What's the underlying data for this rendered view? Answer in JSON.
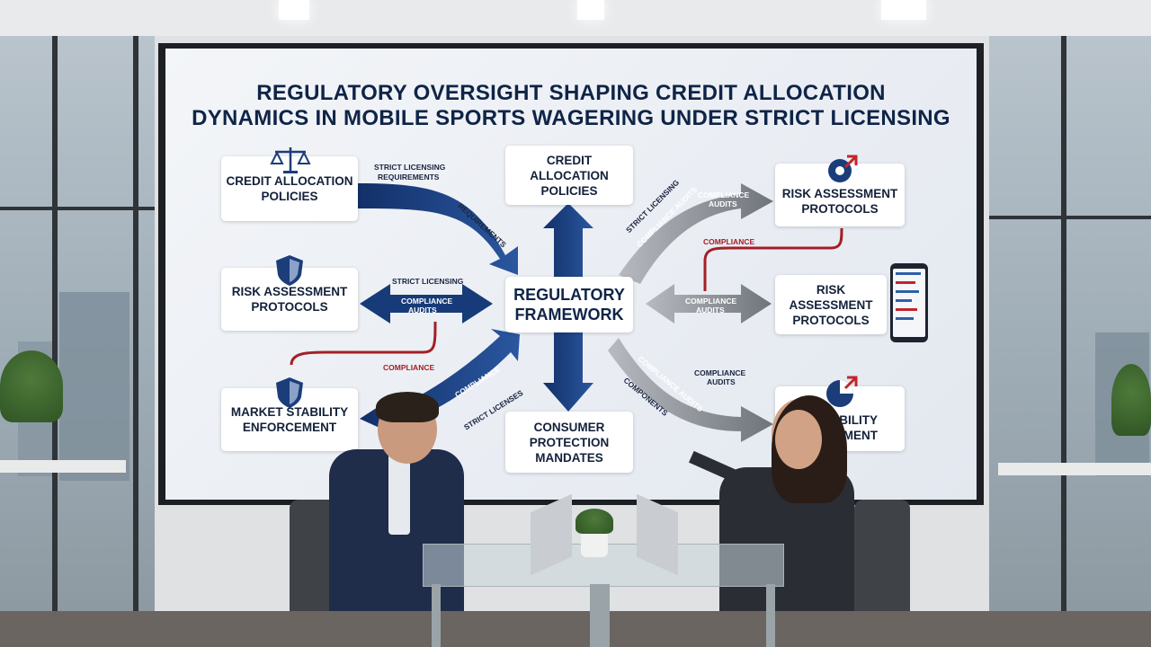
{
  "scene": {
    "description_colors": {
      "screen_navy": "#0f2447",
      "arrow_blue": "#1b3d7a",
      "arrow_grey": "#8c9096",
      "line_red": "#a32025"
    }
  },
  "display": {
    "title_line1": "REGULATORY OVERSIGHT SHAPING CREDIT ALLOCATION",
    "title_line2": "DYNAMICS IN MOBILE SPORTS WAGERING UNDER STRICT LICENSING",
    "center": {
      "line1": "REGULATORY",
      "line2": "FRAMEWORK"
    },
    "left_boxes": [
      {
        "line1": "CREDIT ALLOCATION",
        "line2": "POLICIES",
        "icon": "scales-icon"
      },
      {
        "line1": "RISK ASSESSMENT",
        "line2": "PROTOCOLS",
        "icon": "shield-icon"
      },
      {
        "line1": "MARKET STABILITY",
        "line2": "ENFORCEMENT",
        "icon": "shield-icon"
      }
    ],
    "top_box": {
      "line1": "CREDIT",
      "line2": "ALLOCATION",
      "line3": "POLICIES"
    },
    "bottom_box": {
      "line1": "CONSUMER",
      "line2": "PROTECTION",
      "line3": "MANDATES"
    },
    "right_boxes": [
      {
        "line1": "RISK ASSESSMENT",
        "line2": "PROTOCOLS",
        "icon": "gear-icon"
      },
      {
        "line1": "RISK",
        "line2": "ASSESSMENT",
        "line3": "PROTOCOLS",
        "icon": "phone-icon"
      },
      {
        "line1": "STABILITY",
        "line2": "CEMENT",
        "icon": "pie-chart-icon"
      }
    ],
    "labels": {
      "strict_licensing_requirements_1": "STRICT LICENSING",
      "strict_licensing_requirements_2": "REQUIREMENTS",
      "requirements": "REQUIREMENTS",
      "strict_licensing_mid": "STRICT LICENSING",
      "compliance_audits_mid_1": "COMPLIANCE",
      "compliance_audits_mid_2": "AUDITS",
      "compliance_left": "COMPLIANCE",
      "compliance_diag": "COMPLIANCE",
      "strict_licenses": "STRICT LICENSES",
      "strict_licensing_top_right": "STRICT LICENSING",
      "compliance_audits_top_right_small": "COMPLIANCE AUDITS",
      "compliance_audits_top_1": "COMPLIANCE",
      "compliance_audits_top_2": "AUDITS",
      "compliance_right": "COMPLIANCE",
      "compliance_audits_right_1": "COMPLIANCE",
      "compliance_audits_right_2": "AUDITS",
      "compliance_audits_lower_1": "COMPLIANCE",
      "compliance_audits_lower_2": "AUDITS",
      "compliance_audits_diag_right": "COMPLIANCE AUDITS",
      "components": "COMPONENTS"
    }
  }
}
